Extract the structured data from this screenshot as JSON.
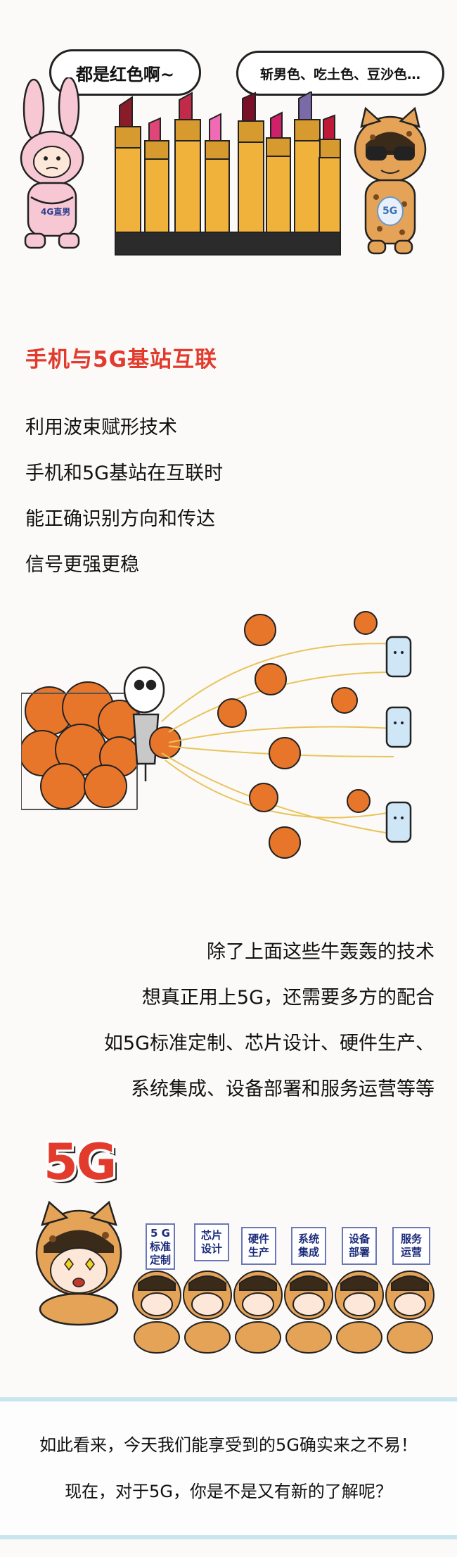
{
  "comic_top": {
    "bubble_left": "都是红色啊~",
    "bubble_right": "斩男色、吃土色、豆沙色…",
    "bunny_badge": "4G直男",
    "leopard_badge": "5G"
  },
  "section": {
    "title": "手机与5G基站互联",
    "lines": [
      "利用波束赋形技术",
      "手机和5G基站在互联时",
      "能正确识别方向和传达",
      "信号更强更稳"
    ]
  },
  "closing": {
    "lines": [
      "除了上面这些牛轰轰的技术",
      "想真正用上5G，还需要多方的配合",
      "如5G标准定制、芯片设计、硬件生产、",
      "系统集成、设备部署和服务运营等等"
    ]
  },
  "bottom_comic": {
    "logo": "5G",
    "cards": [
      "5 G\n标准\n定制",
      "芯片\n设计",
      "硬件\n生产",
      "系统\n集成",
      "设备\n部署",
      "服务\n运营"
    ]
  },
  "footer": {
    "line1": "如此看来，今天我们能享受到的5G确实来之不易！",
    "line2": "现在，对于5G，你是不是又有新的了解呢？"
  },
  "colors": {
    "title_red": "#e23a2c",
    "basketball": "#e8762a",
    "lipstick_gold": "#f0b23a",
    "footer_blue": "#c9e6ee"
  }
}
